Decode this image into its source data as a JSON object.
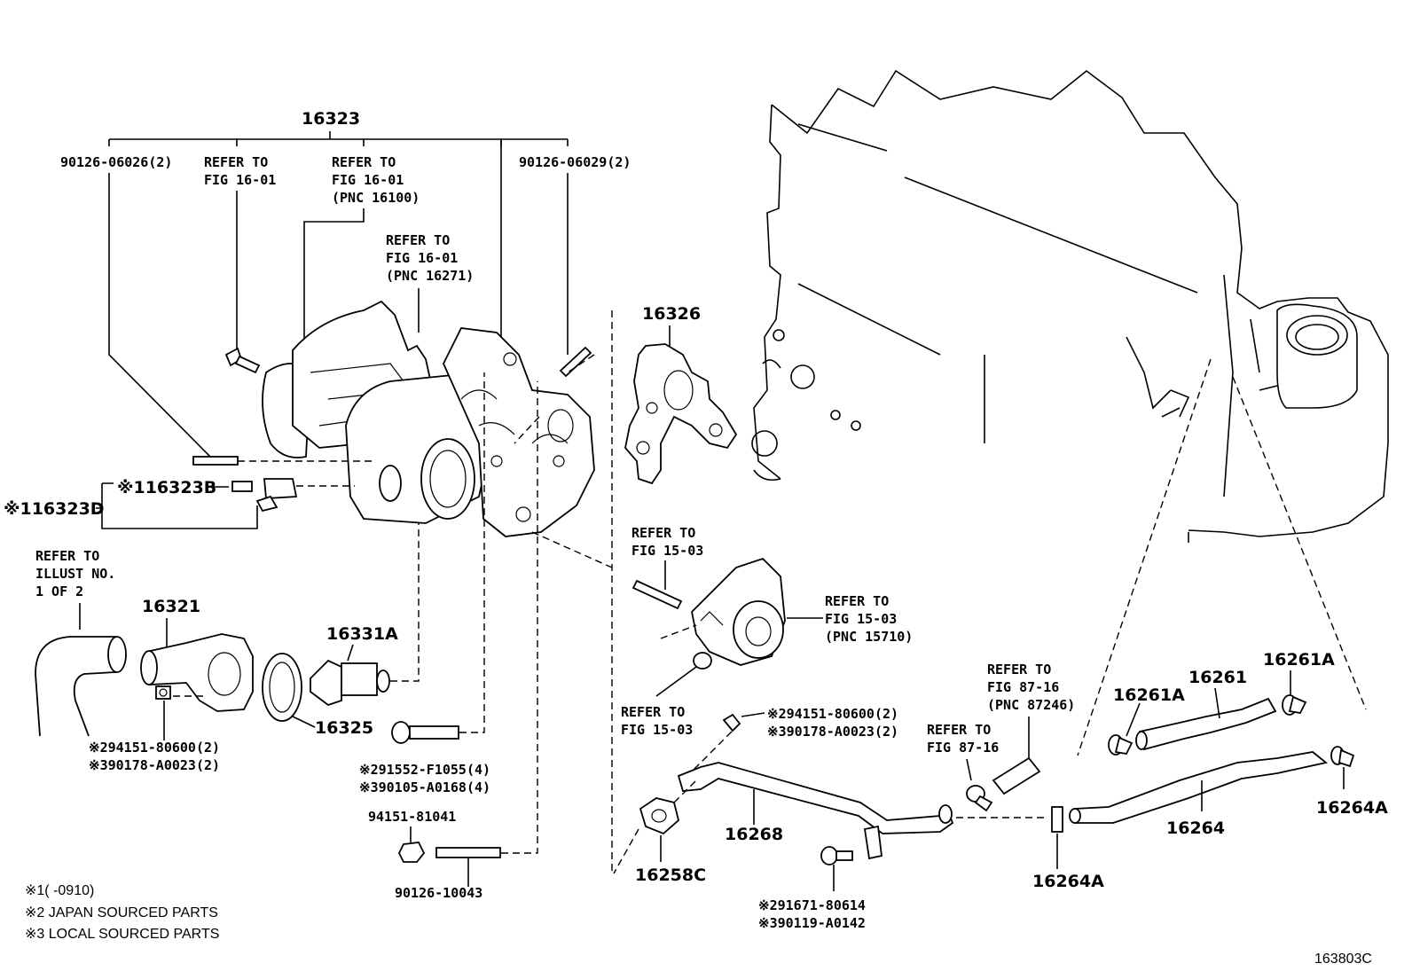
{
  "labels": {
    "p16323": "16323",
    "b90126_06026": "90126-06026(2)",
    "refer_a1": "REFER TO",
    "refer_a2": "FIG 16-01",
    "refer_b1": "REFER TO",
    "refer_b2": "FIG 16-01",
    "refer_b3": "(PNC 16100)",
    "b90126_06029": "90126-06029(2)",
    "refer_c1": "REFER TO",
    "refer_c2": "FIG 16-01",
    "refer_c3": "(PNC 16271)",
    "p16326": "16326",
    "p16323B": "※116323B",
    "p16323D": "※116323D",
    "illust1": "REFER TO",
    "illust2": "ILLUST NO.",
    "illust3": "1 OF 2",
    "p16321": "16321",
    "p16331A": "16331A",
    "p16325": "16325",
    "n94151_a": "※294151-80600(2)",
    "n90178_a": "※390178-A0023(2)",
    "n91552": "※291552-F1055(4)",
    "n90105": "※390105-A0168(4)",
    "n94151_81041": "94151-81041",
    "n90126_10043": "90126-10043",
    "refer_d1": "REFER TO",
    "refer_d2": "FIG 15-03",
    "refer_e1": "REFER TO",
    "refer_e2": "FIG 15-03",
    "refer_e3": "(PNC 15710)",
    "refer_f1": "REFER TO",
    "refer_f2": "FIG 15-03",
    "n94151_b": "※294151-80600(2)",
    "n90178_b": "※390178-A0023(2)",
    "refer_g1": "REFER TO",
    "refer_g2": "FIG 87-16",
    "refer_g3": "(PNC 87246)",
    "refer_h1": "REFER TO",
    "refer_h2": "FIG 87-16",
    "p16268": "16268",
    "p16258C": "16258C",
    "n91671": "※291671-80614",
    "n90119": "※390119-A0142",
    "p16264A_a": "16264A",
    "p16264": "16264",
    "p16264A_b": "16264A",
    "p16261A_a": "16261A",
    "p16261": "16261",
    "p16261A_b": "16261A"
  },
  "notes": {
    "n1": "※1(      -0910)",
    "n2": "※2 JAPAN SOURCED PARTS",
    "n3": "※3 LOCAL SOURCED PARTS"
  },
  "figure_id": "163803C"
}
